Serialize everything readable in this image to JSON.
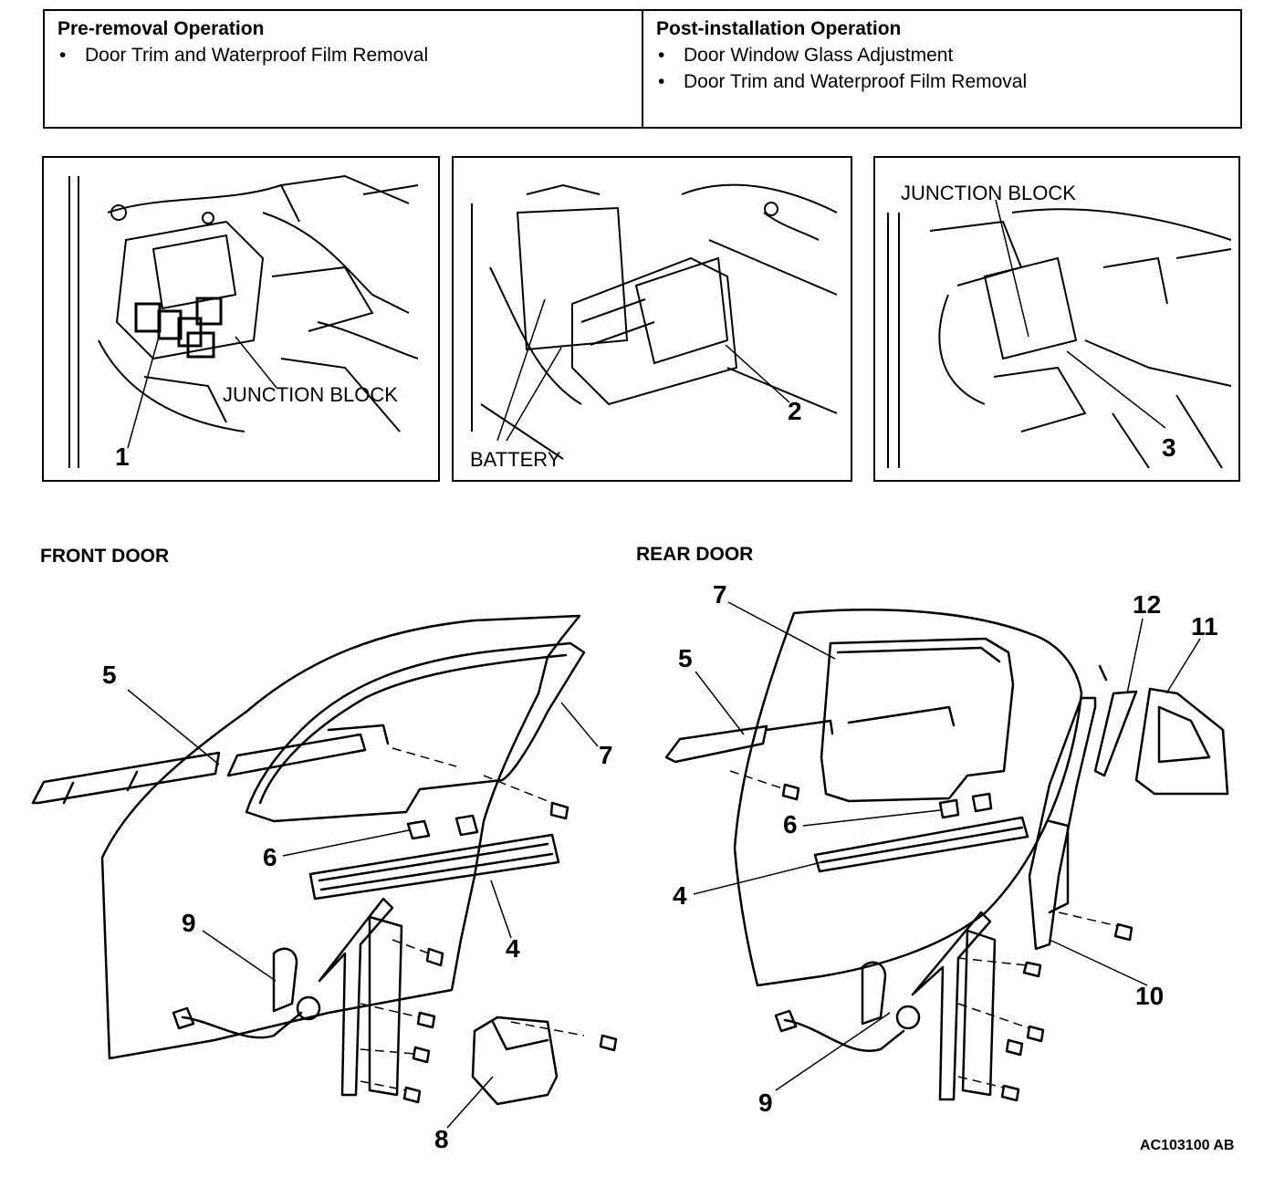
{
  "operations": {
    "pre_removal": {
      "title": "Pre-removal Operation",
      "items": [
        "Door Trim and Waterproof Film Removal"
      ]
    },
    "post_installation": {
      "title": "Post-installation Operation",
      "items": [
        "Door Window Glass Adjustment",
        "Door Trim and Waterproof Film Removal"
      ]
    }
  },
  "panels": {
    "left": {
      "label": "JUNCTION BLOCK",
      "number": "1"
    },
    "middle": {
      "label": "BATTERY",
      "number": "2"
    },
    "right": {
      "label": "JUNCTION BLOCK",
      "number": "3"
    }
  },
  "front_door": {
    "title": "FRONT DOOR",
    "callouts": [
      "5",
      "7",
      "6",
      "4",
      "9",
      "8"
    ]
  },
  "rear_door": {
    "title": "REAR DOOR",
    "callouts": [
      "7",
      "5",
      "12",
      "11",
      "6",
      "4",
      "10",
      "9"
    ]
  },
  "figure_code": "AC103100 AB"
}
